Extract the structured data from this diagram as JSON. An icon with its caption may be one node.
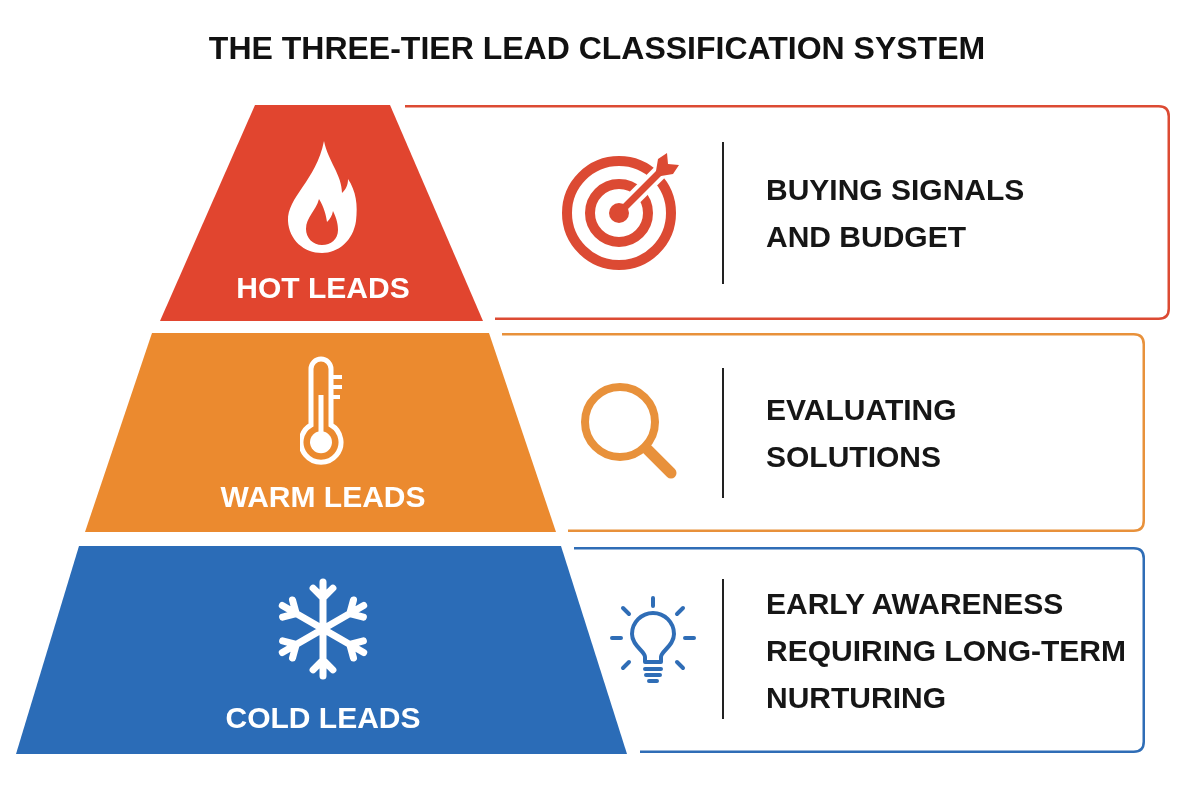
{
  "diagram": {
    "title": "THE THREE-TIER LEAD CLASSIFICATION SYSTEM",
    "nodes": [
      {
        "text": [
          "HOT LEADS"
        ]
      },
      {
        "text": [
          "BUYING SIGNALS AND BUDGET"
        ]
      },
      {
        "text": [
          "WARM LEADS"
        ]
      },
      {
        "text": [
          "EVALUATING SOLUTIONS"
        ]
      },
      {
        "text": [
          "COLD LEADS"
        ]
      },
      {
        "text": [
          "EARLY AWARENESS REQUIRING LONG-TERM NURTURING"
        ]
      }
    ]
  }
}
